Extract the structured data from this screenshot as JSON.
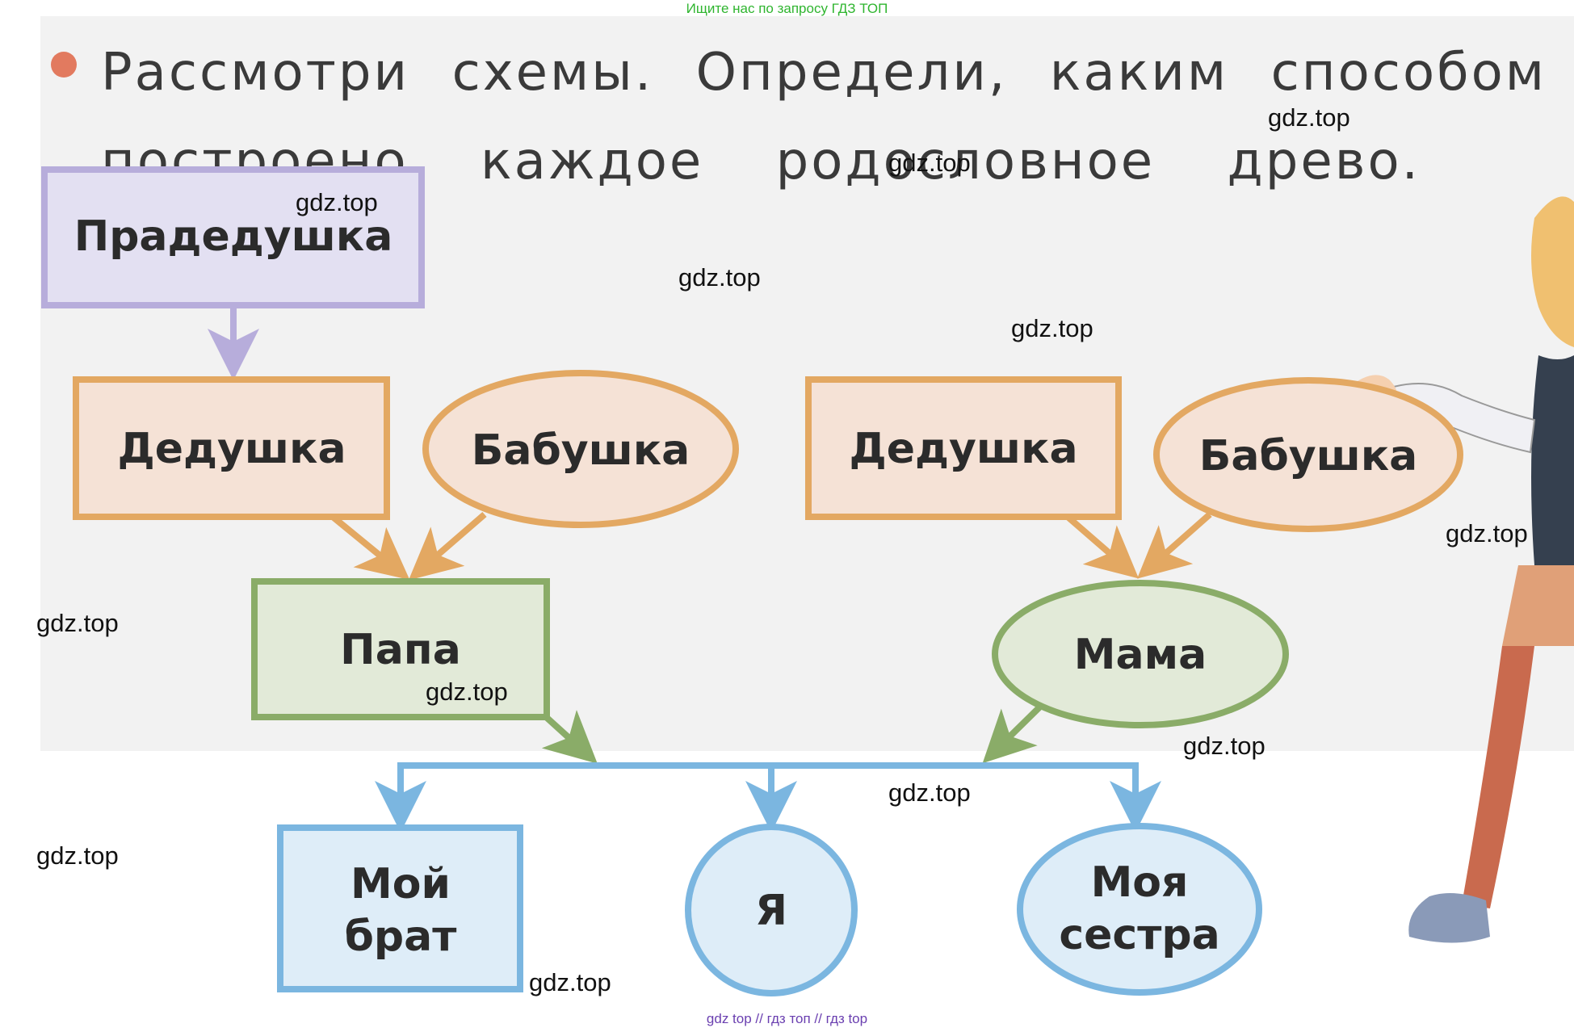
{
  "banner_top": "Ищите нас по запросу ГДЗ ТОП",
  "instruction": {
    "line1": [
      "Рассмотри",
      "схемы.",
      "Определи,",
      "каким",
      "способом"
    ],
    "line2": [
      "построено",
      "каждое",
      "родословное",
      "древо."
    ]
  },
  "tree": {
    "great_grandfather": "Прадедушка",
    "left_grandfather": "Дедушка",
    "left_grandmother": "Бабушка",
    "right_grandfather": "Дедушка",
    "right_grandmother": "Бабушка",
    "father": "Папа",
    "mother": "Мама",
    "brother_line1": "Мой",
    "brother_line2": "брат",
    "me": "Я",
    "sister_line1": "Моя",
    "sister_line2": "сестра"
  },
  "watermarks": [
    "gdz.top",
    "gdz.top",
    "gdz.top",
    "gdz.top",
    "gdz.top",
    "gdz.top",
    "gdz.top",
    "gdz.top",
    "gdz.top",
    "gdz.top",
    "gdz.top",
    "gdz.top"
  ],
  "banner_bottom": "gdz top  //  гдз топ  //  гдз top",
  "colors": {
    "purple": "#b7addb",
    "purple_fill": "#e3e0f2",
    "orange": "#e3a862",
    "orange_fill": "#f5e2d6",
    "green": "#8aac68",
    "green_fill": "#e2ead8",
    "blue": "#7bb6e0",
    "blue_fill": "#deedf8",
    "bullet": "#e27a5f"
  }
}
